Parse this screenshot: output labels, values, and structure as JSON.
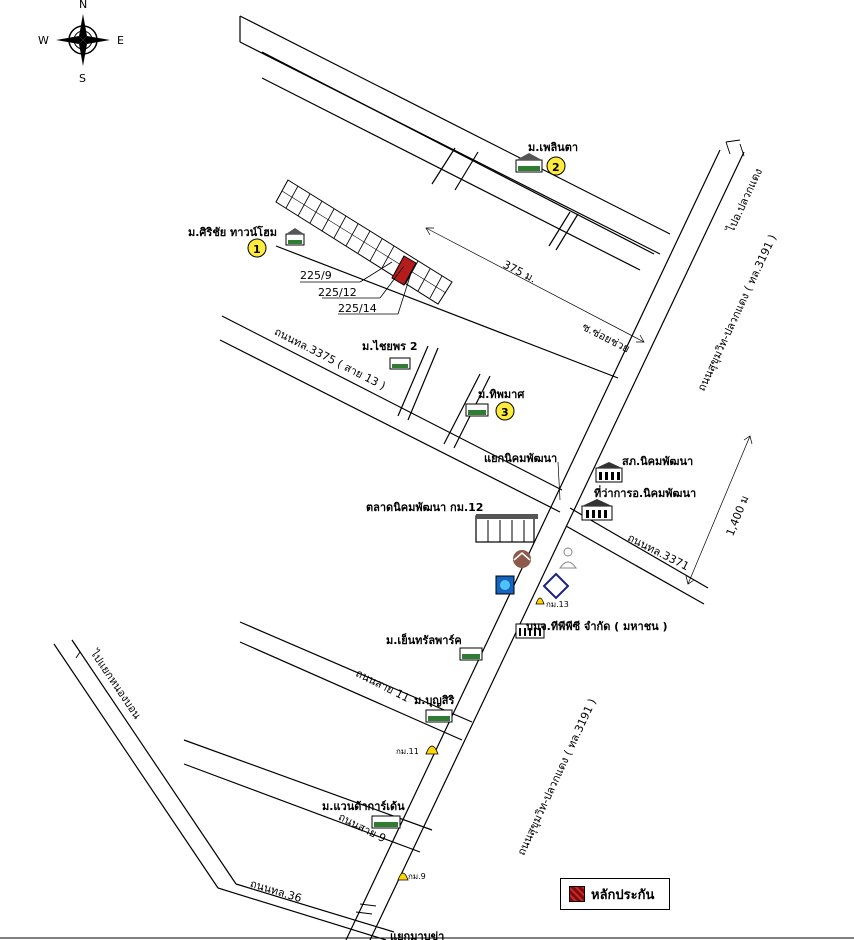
{
  "compass": {
    "n": "N",
    "s": "S",
    "e": "E",
    "w": "W"
  },
  "villages": {
    "v1": {
      "name": "ม.ศิริชัย ทาวน์โฮม",
      "num": "1"
    },
    "v2": {
      "name": "ม.เพลินตา",
      "num": "2"
    },
    "v3": {
      "name": "ม.ทิพมาศ",
      "num": "3"
    },
    "v4": {
      "name": "ม.ไชยพร 2"
    },
    "v5": {
      "name": "ม.เย็นทรัลพาร์ค"
    },
    "v6": {
      "name": "ม.บุญสิริ"
    },
    "v7": {
      "name": "ม.แวนด้าการ์เด้น"
    }
  },
  "plots": {
    "p1": "225/9",
    "p2": "225/12",
    "p3": "225/14"
  },
  "roads": {
    "r1": "ไปอ.ปลวกแดง",
    "r2": "ถนนสุขุมวิท-ปลวกแดง ( ทล.3191 )",
    "r3": "ถนนสุขุมวิท-ปลวกแดง ( ทล.3191 )",
    "r4": "ถนนทล.3375 ( สาย 13 )",
    "r5": "ซ.ซ่อยช่วย",
    "r6": "ถนนทล.3371",
    "r7": "ถนนสาย 11",
    "r8": "ถนนสาย 9",
    "r9": "ถนนทล.36",
    "r10": "ไปแยกหนองบอน"
  },
  "distances": {
    "d1": "375 ม.",
    "d2": "1,400 ม"
  },
  "places": {
    "junction": "แยกนิคมพัฒนา",
    "police": "สภ.นิคมพัฒนา",
    "district": "ที่ว่าการอ.นิคมพัฒนา",
    "market": "ตลาดนิคมพัฒนา กม.12",
    "company": "บมจ.ทีพีพีซี จำกัด ( มหาชน )",
    "km13": "กม.13",
    "km11": "กม.11",
    "km9": "กม.9",
    "bottom": "แยกมาบข่า"
  },
  "legend": {
    "label": "หลักประกัน",
    "color": "#b71c1c"
  }
}
